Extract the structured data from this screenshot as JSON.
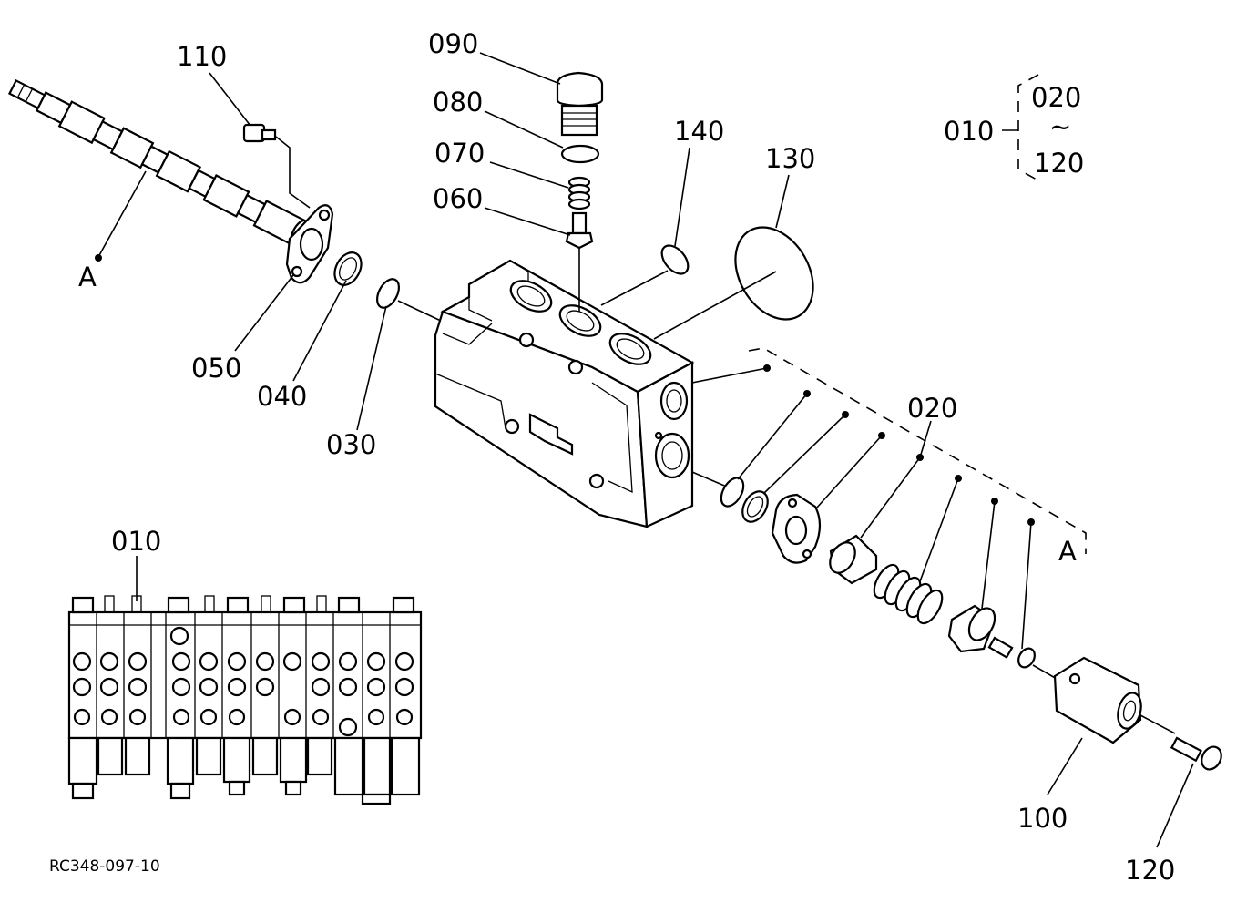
{
  "callouts": {
    "p110": "110",
    "p090": "090",
    "p080": "080",
    "p070": "070",
    "p060": "060",
    "p140": "140",
    "p130": "130",
    "p050": "050",
    "p040": "040",
    "p030": "030",
    "p020": "020",
    "p100": "100",
    "p120": "120",
    "p010_inset": "010",
    "ref_a_left": "A",
    "ref_a_right": "A"
  },
  "assembly_note": {
    "parent": "010",
    "from": "020",
    "tilde": "~",
    "to": "120"
  },
  "figure_code": "RC348-097-10"
}
